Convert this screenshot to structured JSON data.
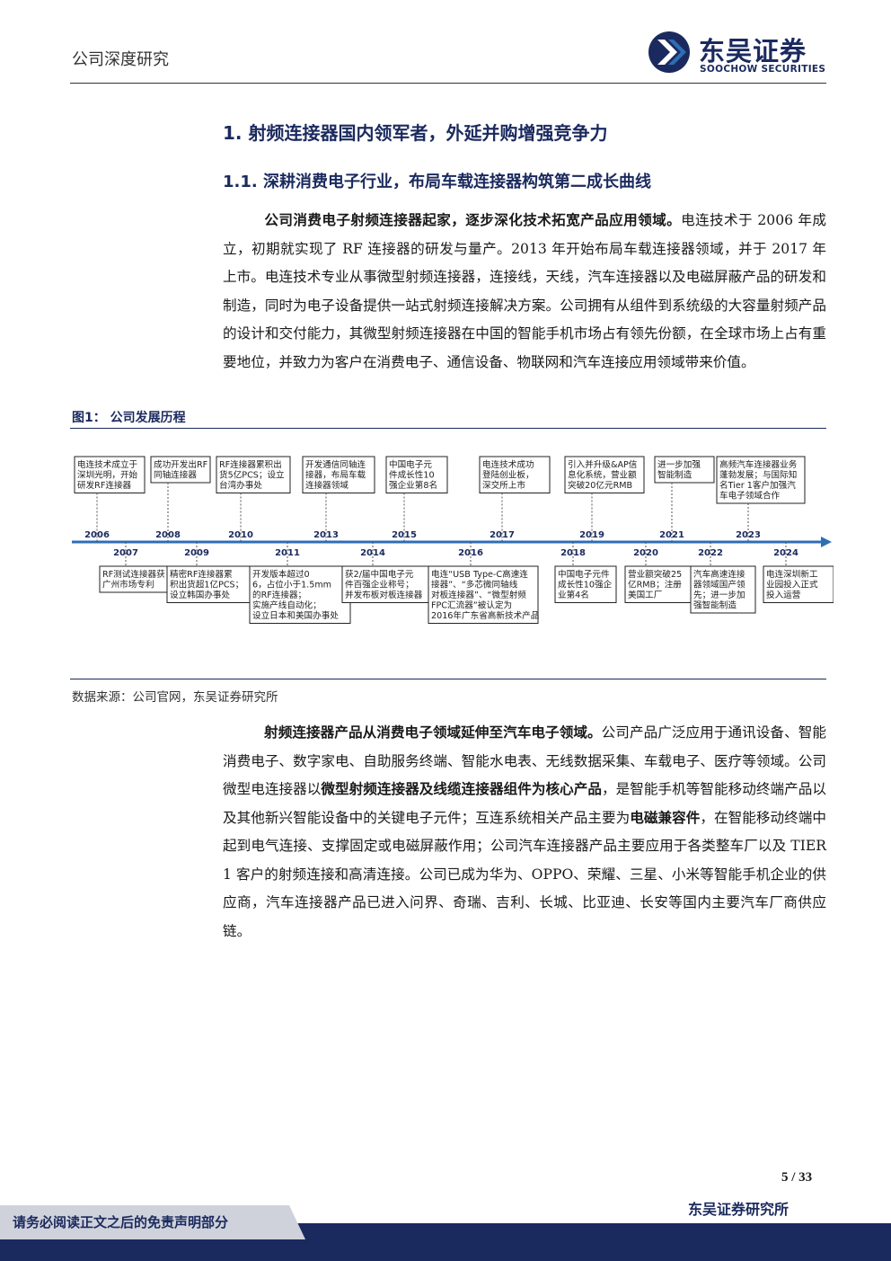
{
  "header": {
    "category": "公司深度研究",
    "logo_cn": "东吴证券",
    "logo_en": "SOOCHOW SECURITIES"
  },
  "section": {
    "h1": "1.  射频连接器国内领军者，外延并购增强竞争力",
    "h2": "1.1.  深耕消费电子行业，布局车载连接器构筑第二成长曲线"
  },
  "para1": {
    "bold": "公司消费电子射频连接器起家，逐步深化技术拓宽产品应用领域。",
    "text": "电连技术于 2006 年成立，初期就实现了 RF 连接器的研发与量产。2013 年开始布局车载连接器领域，并于 2017 年上市。电连技术专业从事微型射频连接器，连接线，天线，汽车连接器以及电磁屏蔽产品的研发和制造，同时为电子设备提供一站式射频连接解决方案。公司拥有从组件到系统级的大容量射频产品的设计和交付能力，其微型射频连接器在中国的智能手机市场占有领先份额，在全球市场上占有重要地位，并致力为客户在消费电子、通信设备、物联网和汽车连接应用领域带来价值。"
  },
  "figure": {
    "title": "图1：  公司发展历程",
    "source": "数据来源：公司官网，东吴证券研究所",
    "above": [
      {
        "year": "2006",
        "lines": [
          "电连技术成立于",
          "深圳光明，开始",
          "研发RF连接器"
        ]
      },
      {
        "year": "2008",
        "lines": [
          "成功开发出RF",
          "同轴连接器"
        ]
      },
      {
        "year": "2010",
        "lines": [
          "RF连接器累积出",
          "货5亿PCS；设立",
          "台湾办事处"
        ]
      },
      {
        "year": "2013",
        "lines": [
          "开发通信同轴连",
          "接器，布局车载",
          "连接器领域"
        ]
      },
      {
        "year": "2015",
        "lines": [
          "中国电子元",
          "件成长性10",
          "强企业第8名"
        ]
      },
      {
        "year": "2017",
        "lines": [
          "电连技术成功",
          "登陆创业板，",
          "深交所上市"
        ]
      },
      {
        "year": "2019",
        "lines": [
          "引入并升级&AP信",
          "息化系统，营业额",
          "突破20亿元RMB"
        ]
      },
      {
        "year": "2021",
        "lines": [
          "进一步加强",
          "智能制造"
        ]
      },
      {
        "year": "2023",
        "lines": [
          "高频汽车连接器业务",
          "蓬勃发展；与国际知",
          "名Tier 1客户加强汽",
          "车电子领域合作"
        ]
      }
    ],
    "below": [
      {
        "year": "2007",
        "lines": [
          "RF测试连接器获",
          "广州市场专利"
        ]
      },
      {
        "year": "2009",
        "lines": [
          "精密RF连接器累",
          "积出货超1亿PCS；",
          "设立韩国办事处"
        ]
      },
      {
        "year": "2011",
        "lines": [
          "开发版本超过0",
          "6，占位小于1.5mm",
          "的RF连接器；",
          "实施产线自动化；",
          "设立日本和美国办事处"
        ]
      },
      {
        "year": "2014",
        "lines": [
          "获2/届中国电子元",
          "件百强企业称号；",
          "并发布板对板连接器"
        ]
      },
      {
        "year": "2016",
        "lines": [
          "电连“USB Type-C高速连",
          "接器”、“多芯微同轴线",
          "对板连接器”、“微型射频",
          "FPC汇流器”被认定为",
          "2016年广东省高新技术产品"
        ]
      },
      {
        "year": "2018",
        "lines": [
          "中国电子元件",
          "成长性10强企",
          "业第4名"
        ]
      },
      {
        "year": "2020",
        "lines": [
          "营业额突破25",
          "亿RMB；注册",
          "美国工厂"
        ]
      },
      {
        "year": "2022",
        "lines": [
          "汽车高速连接",
          "器领域国产领",
          "先；进一步加",
          "强智能制造"
        ]
      },
      {
        "year": "2024",
        "lines": [
          "电连深圳新工",
          "业园投入正式",
          "投入运营"
        ]
      }
    ]
  },
  "para2": {
    "b1": "射频连接器产品从消费电子领域延伸至汽车电子领域。",
    "t1": "公司产品广泛应用于通讯设备、智能消费电子、数字家电、自助服务终端、智能水电表、无线数据采集、车载电子、医疗等领域。公司微型电连接器以",
    "b2": "微型射频连接器及线缆连接器组件为核心产品",
    "t2": "，是智能手机等智能移动终端产品以及其他新兴智能设备中的关键电子元件；互连系统相关产品主要为",
    "b3": "电磁兼容件",
    "t3": "，在智能移动终端中起到电气连接、支撑固定或电磁屏蔽作用；公司汽车连接器产品主要应用于各类整车厂以及 TIER 1 客户的射频连接和高清连接。公司已成为华为、OPPO、荣耀、三星、小米等智能手机企业的供应商，汽车连接器产品已进入问界、奇瑞、吉利、长城、比亚迪、长安等国内主要汽车厂商供应链。"
  },
  "footer": {
    "page": "5 / 33",
    "org": "东吴证券研究所",
    "disclaimer": "请务必阅读正文之后的免责声明部分"
  },
  "colors": {
    "navy": "#1b2a5e",
    "accent_blue": "#2f6db5"
  }
}
